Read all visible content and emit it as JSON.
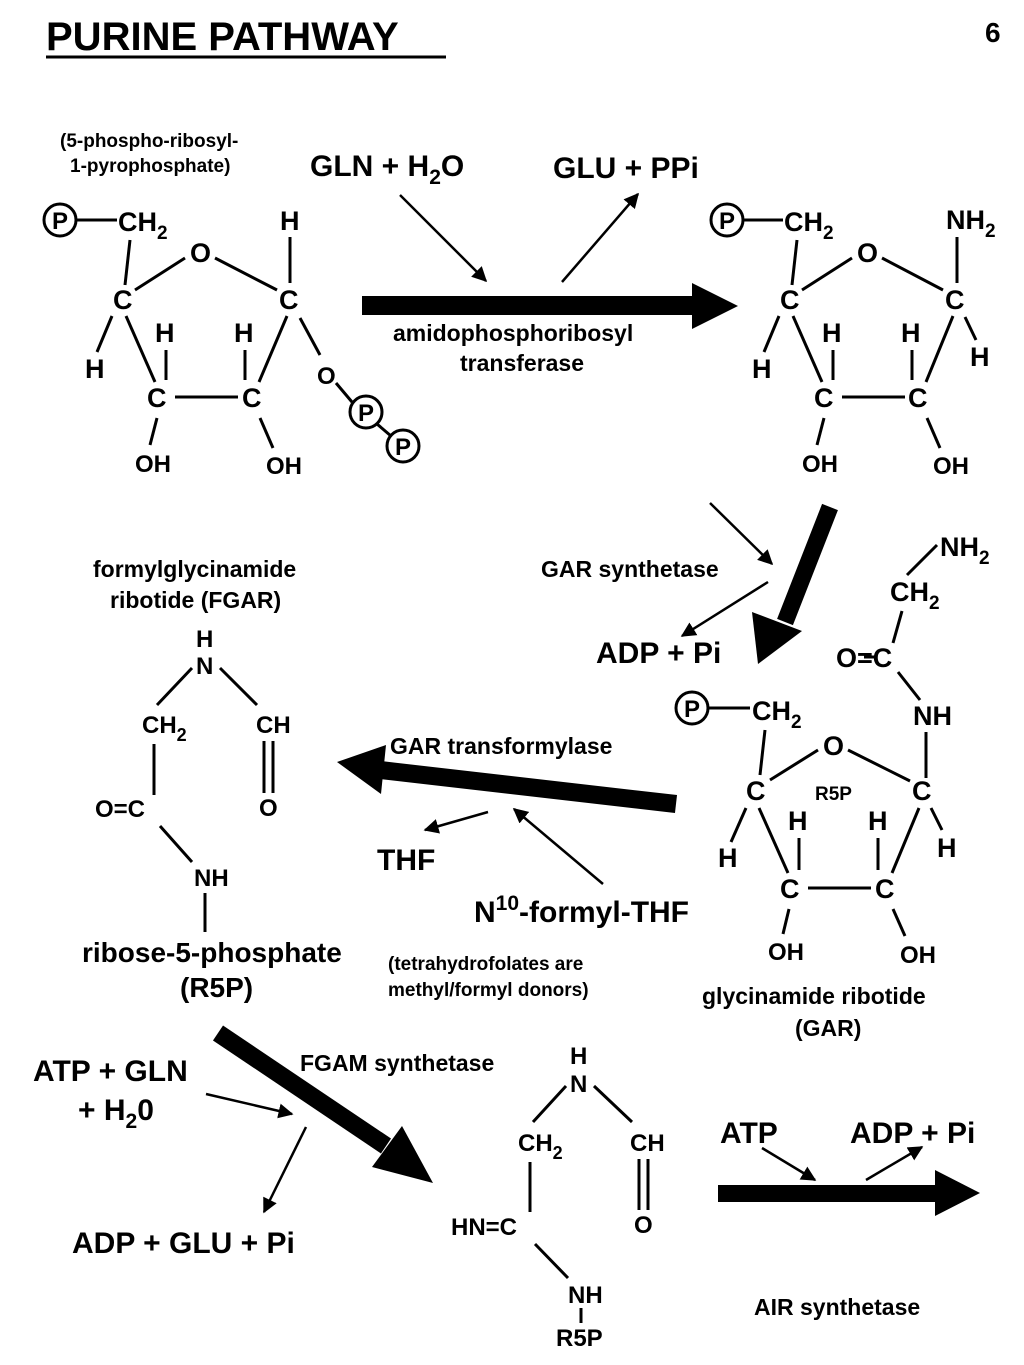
{
  "title": "PURINE PATHWAY",
  "page_number": "6",
  "step1": {
    "substrate_note": [
      "(5-phospho-ribosyl-",
      "1-pyrophosphate)"
    ],
    "reactants": "GLN + H2O",
    "products": "GLU + PPi",
    "enzyme": [
      "amidophosphoribosyl",
      "transferase"
    ]
  },
  "step2": {
    "enzyme": "GAR synthetase",
    "products": "ADP + Pi",
    "product_name": [
      "glycinamide ribotide",
      "(GAR)"
    ]
  },
  "step3": {
    "enzyme": "GAR transformylase",
    "product_name": [
      "formylglycinamide",
      "ribotide (FGAR)"
    ],
    "donor": "N10-formyl-THF",
    "released": "THF",
    "note": [
      "(tetrahydrofolates are",
      "methyl/formyl donors)"
    ],
    "r5p_label": [
      "ribose-5-phosphate",
      "(R5P)"
    ]
  },
  "step4": {
    "reactants": [
      "ATP + GLN",
      "+ H20"
    ],
    "enzyme": "FGAM synthetase",
    "products": "ADP + GLU + Pi"
  },
  "step5": {
    "reactant": "ATP",
    "products": "ADP + Pi",
    "enzyme": "AIR synthetase"
  },
  "atoms": {
    "phosphate": "P",
    "carbon": "C",
    "oxygen": "O",
    "hydrogen": "H",
    "hydroxyl": "OH",
    "nitrogen": "N",
    "imine": "NH",
    "amine_base": "NH",
    "amine_sub": "2",
    "methylene_base": "CH",
    "methylene_sub": "2",
    "formyl": "CH",
    "carbonyl": "O=C",
    "imino": "HN=C",
    "ring_label": "R5P"
  }
}
